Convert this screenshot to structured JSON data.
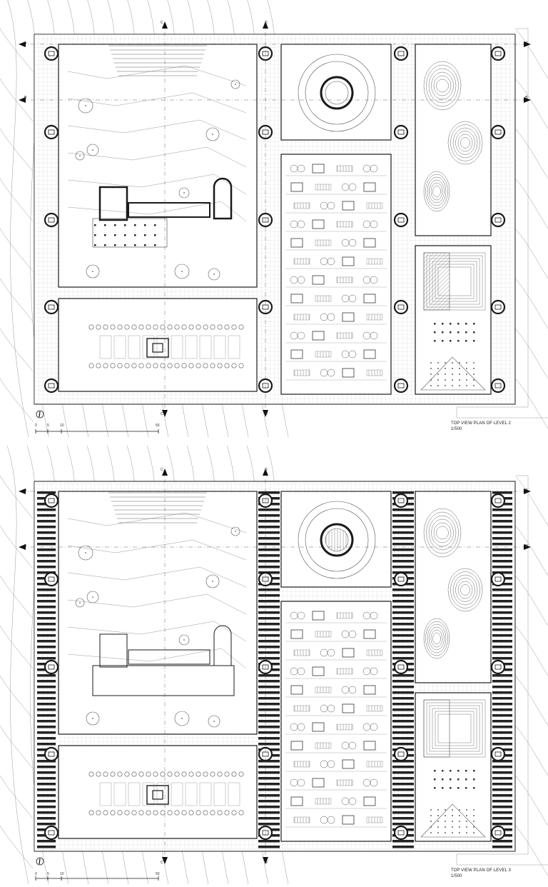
{
  "plans": [
    {
      "id": "level-2",
      "title": "TOP VIEW PLAN OF LEVEL 2",
      "scale": "1/500",
      "scale_bar_labels": [
        "0",
        "5",
        "10",
        "50"
      ],
      "section_labels": {
        "a_left": "A",
        "a_right": "A'",
        "b_left": "B",
        "b_right": "B'",
        "c_top": "C",
        "c_bottom": "C'",
        "d_top": "D",
        "d_bottom": "D'"
      }
    },
    {
      "id": "level-3",
      "title": "TOP VIEW PLAN OF LEVEL 3",
      "scale": "1/500",
      "scale_bar_labels": [
        "0",
        "5",
        "10",
        "50"
      ],
      "section_labels": {
        "a_left": "A",
        "a_right": "A'",
        "b_left": "B",
        "b_right": "B'",
        "c_top": "C",
        "c_bottom": "C'",
        "d_top": "D",
        "d_bottom": "D'"
      }
    }
  ],
  "colors": {
    "ink": "#1a1a1a",
    "grid": "#b8b8b8",
    "contour": "#9a9a9a",
    "paper": "#ffffff"
  },
  "icons": {
    "north": "north-arrow-icon",
    "column": "column-pier-icon"
  }
}
